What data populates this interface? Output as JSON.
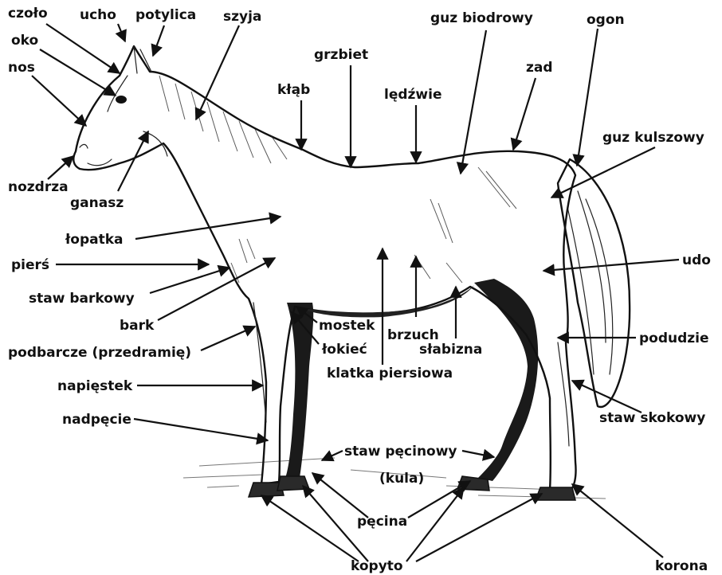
{
  "labels": {
    "czolo": "czoło",
    "ucho": "ucho",
    "potylica": "potylica",
    "szyja": "szyja",
    "oko": "oko",
    "nos": "nos",
    "nozdrza": "nozdrza",
    "ganasz": "ganasz",
    "grzbiet": "grzbiet",
    "klab": "kłąb",
    "ledzwie": "lędźwie",
    "guz_biodrowy": "guz biodrowy",
    "zad": "zad",
    "ogon": "ogon",
    "guz_kulszowy": "guz kulszowy",
    "lopatka": "łopatka",
    "piers": "pierś",
    "staw_barkowy": "staw barkowy",
    "bark": "bark",
    "podbarcze": "podbarcze (przedramię)",
    "napiestek": "napięstek",
    "nadpecie": "nadpęcie",
    "mostek": "mostek",
    "lokiec": "łokieć",
    "brzuch": "brzuch",
    "slabizna": "słabizna",
    "klatka_piersiowa": "klatka piersiowa",
    "udo": "udo",
    "podudzie": "podudzie",
    "staw_skokowy": "staw skokowy",
    "staw_pecinowy": "staw pęcinowy",
    "kula": "(kula)",
    "pecina": "pęcina",
    "kopyto": "kopyto",
    "korona": "korona"
  },
  "colors": {
    "ink": "#111111",
    "paper": "#ffffff"
  }
}
